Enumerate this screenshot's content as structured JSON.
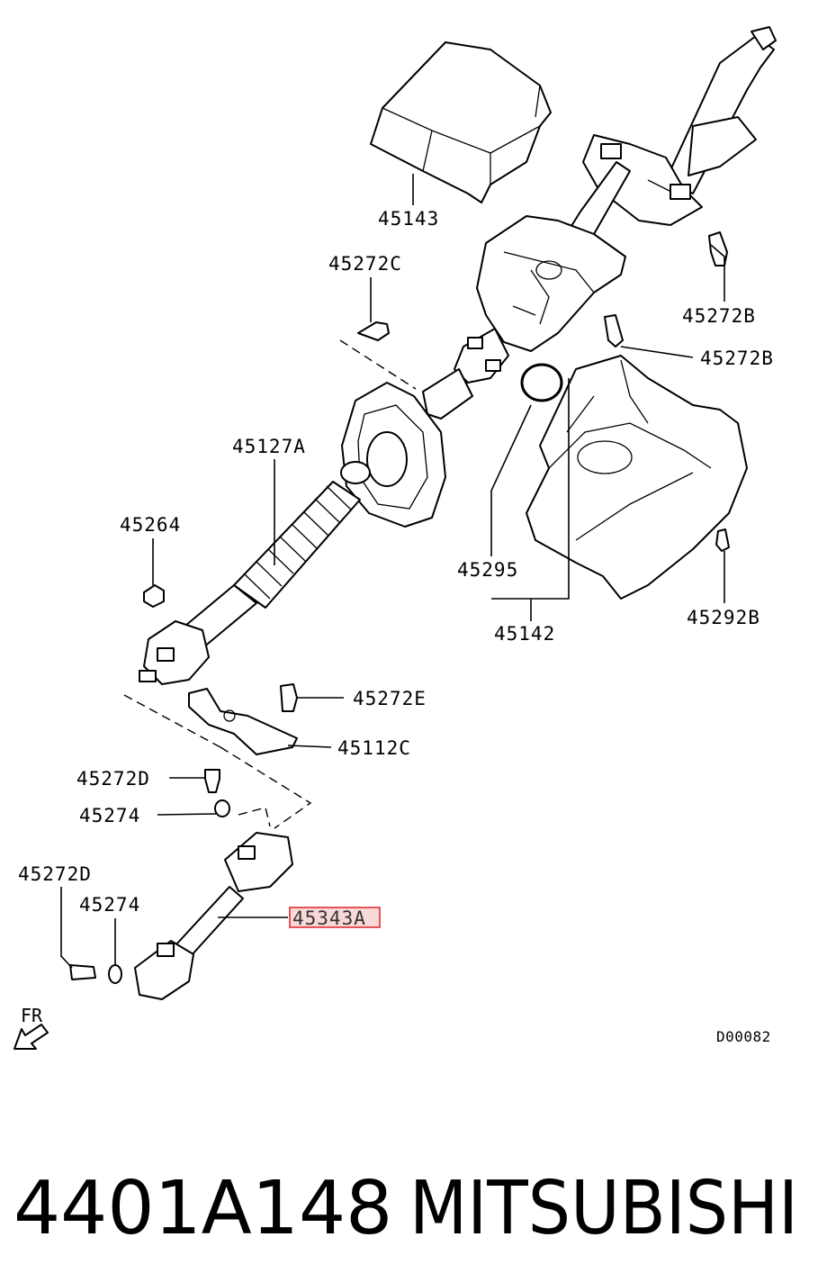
{
  "callouts": [
    {
      "id": "45143",
      "text": "45143"
    },
    {
      "id": "45272C",
      "text": "45272C"
    },
    {
      "id": "45272B_top",
      "text": "45272B"
    },
    {
      "id": "45272B_mid",
      "text": "45272B"
    },
    {
      "id": "45127A",
      "text": "45127A"
    },
    {
      "id": "45264",
      "text": "45264"
    },
    {
      "id": "45295",
      "text": "45295"
    },
    {
      "id": "45142",
      "text": "45142"
    },
    {
      "id": "45292B",
      "text": "45292B"
    },
    {
      "id": "45272E",
      "text": "45272E"
    },
    {
      "id": "45112C",
      "text": "45112C"
    },
    {
      "id": "45272D_upper",
      "text": "45272D"
    },
    {
      "id": "45274_upper",
      "text": "45274"
    },
    {
      "id": "45272D_lower",
      "text": "45272D"
    },
    {
      "id": "45274_lower",
      "text": "45274"
    },
    {
      "id": "45343A",
      "text": "45343A",
      "highlighted": true,
      "highlight_color": "#e03030"
    }
  ],
  "direction_label": "FR",
  "diagram_code": "D00082",
  "part_number": "4401A148",
  "brand": "MITSUBISHI"
}
